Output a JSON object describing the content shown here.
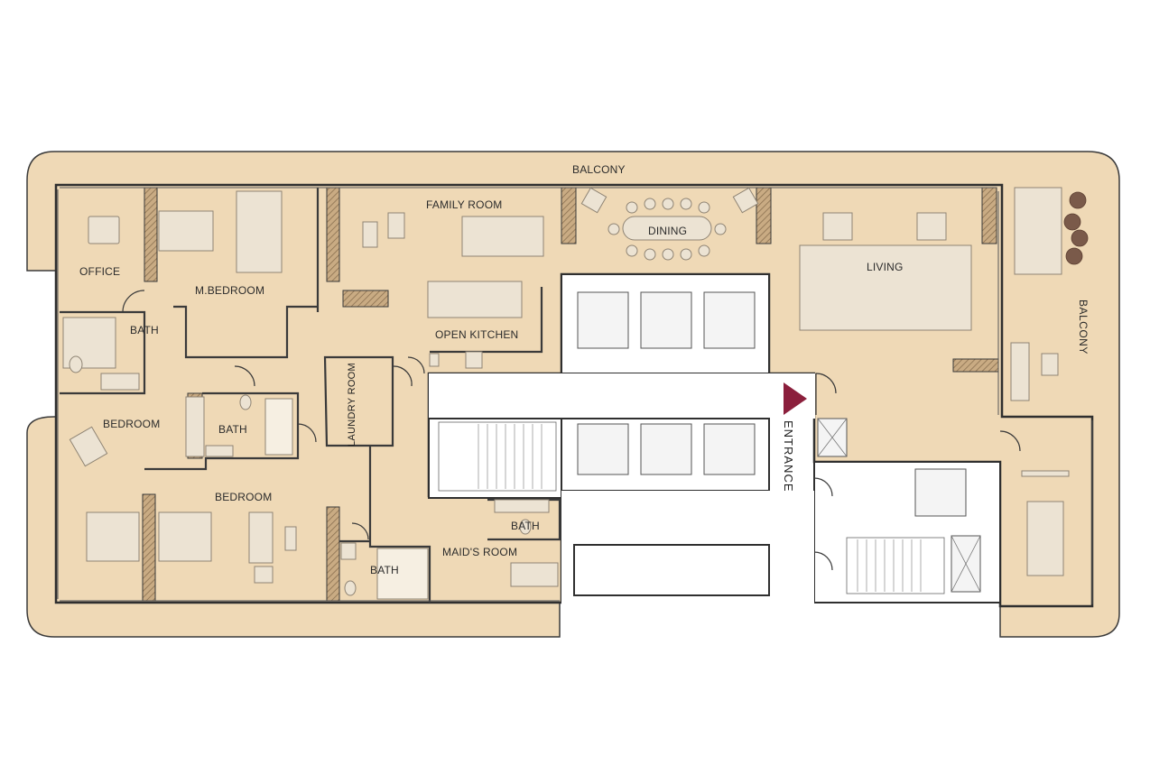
{
  "plan": {
    "colors": {
      "floor": "#efd9b6",
      "wall": "#3a3a3a",
      "core": "#ffffff",
      "hatch": "#a88f6d",
      "furniture": "#e9e0d0",
      "furniture_stroke": "#8f8474",
      "entrance_marker": "#8b1f3c"
    },
    "labels": {
      "balcony_top": "BALCONY",
      "balcony_right": "BALCONY",
      "office": "OFFICE",
      "master_bedroom": "M.BEDROOM",
      "family_room": "FAMILY ROOM",
      "dining": "DINING",
      "living": "LIVING",
      "open_kitchen": "OPEN KITCHEN",
      "bath_master": "BATH",
      "bath_bedroom": "BATH",
      "bath_lower": "BATH",
      "bath_maid": "BATH",
      "bedroom_left": "BEDROOM",
      "bedroom_lower": "BEDROOM",
      "laundry_room": "LAUNDRY ROOM",
      "maids_room": "MAID'S ROOM",
      "entrance": "ENTRANCE"
    },
    "icons": [
      "entrance-arrow-icon",
      "elevator-icon",
      "stair-icon",
      "toilet-icon",
      "sink-icon",
      "bed-icon",
      "sofa-icon",
      "dining-table-icon",
      "tree-icon"
    ]
  }
}
